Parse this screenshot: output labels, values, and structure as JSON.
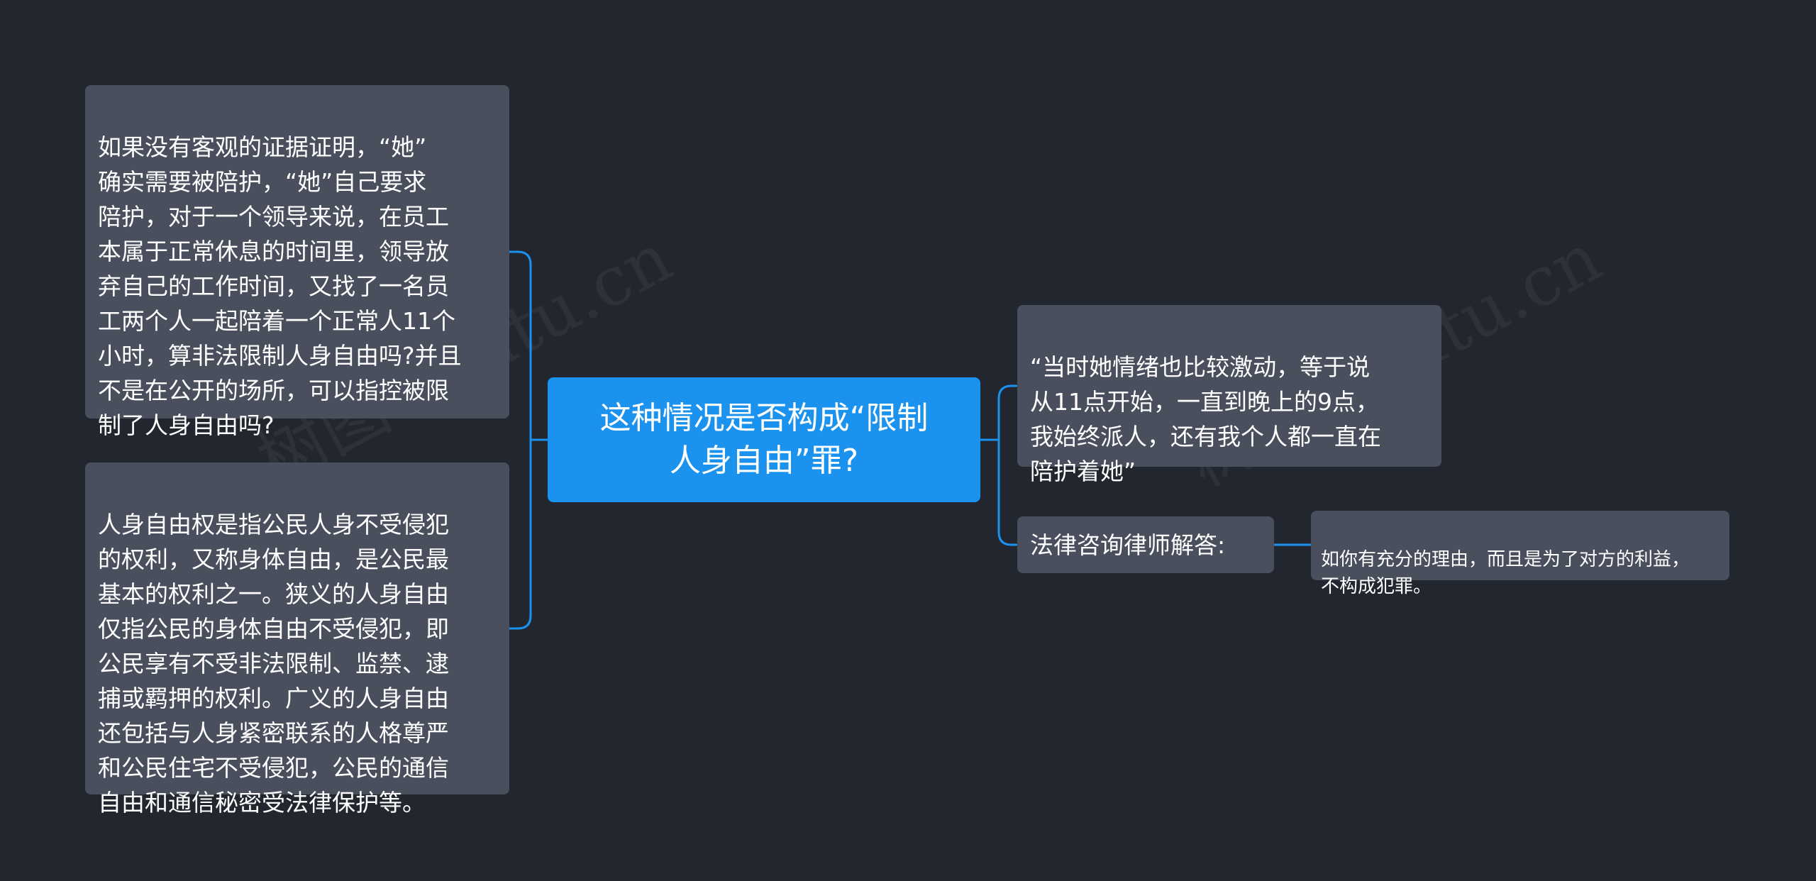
{
  "watermark": "树图 shutu.cn",
  "colors": {
    "background": "#22262f",
    "root": "#1b93ee",
    "node": "#4a4f5e",
    "connector": "#1b93ee",
    "text": "#ffffff"
  },
  "root": {
    "text": "这种情况是否构成“限制\n人身自由”罪?"
  },
  "left": [
    {
      "text": "如果没有客观的证据证明，“她”\n确实需要被陪护，“她”自己要求\n陪护，对于一个领导来说，在员工\n本属于正常休息的时间里，领导放\n弃自己的工作时间，又找了一名员\n工两个人一起陪着一个正常人11个\n小时，算非法限制人身自由吗?并且\n不是在公开的场所，可以指控被限\n制了人身自由吗?"
    },
    {
      "text": "人身自由权是指公民人身不受侵犯\n的权利，又称身体自由，是公民最\n基本的权利之一。狭义的人身自由\n仅指公民的身体自由不受侵犯，即\n公民享有不受非法限制、监禁、逮\n捕或羁押的权利。广义的人身自由\n还包括与人身紧密联系的人格尊严\n和公民住宅不受侵犯，公民的通信\n自由和通信秘密受法律保护等。"
    }
  ],
  "right": [
    {
      "text": "“当时她情绪也比较激动，等于说\n从11点开始，一直到晚上的9点，\n我始终派人，还有我个人都一直在\n陪护着她”"
    },
    {
      "text": "法律咨询律师解答:",
      "child": {
        "text": "如你有充分的理由，而且是为了对方的利益，\n不构成犯罪。"
      }
    }
  ]
}
